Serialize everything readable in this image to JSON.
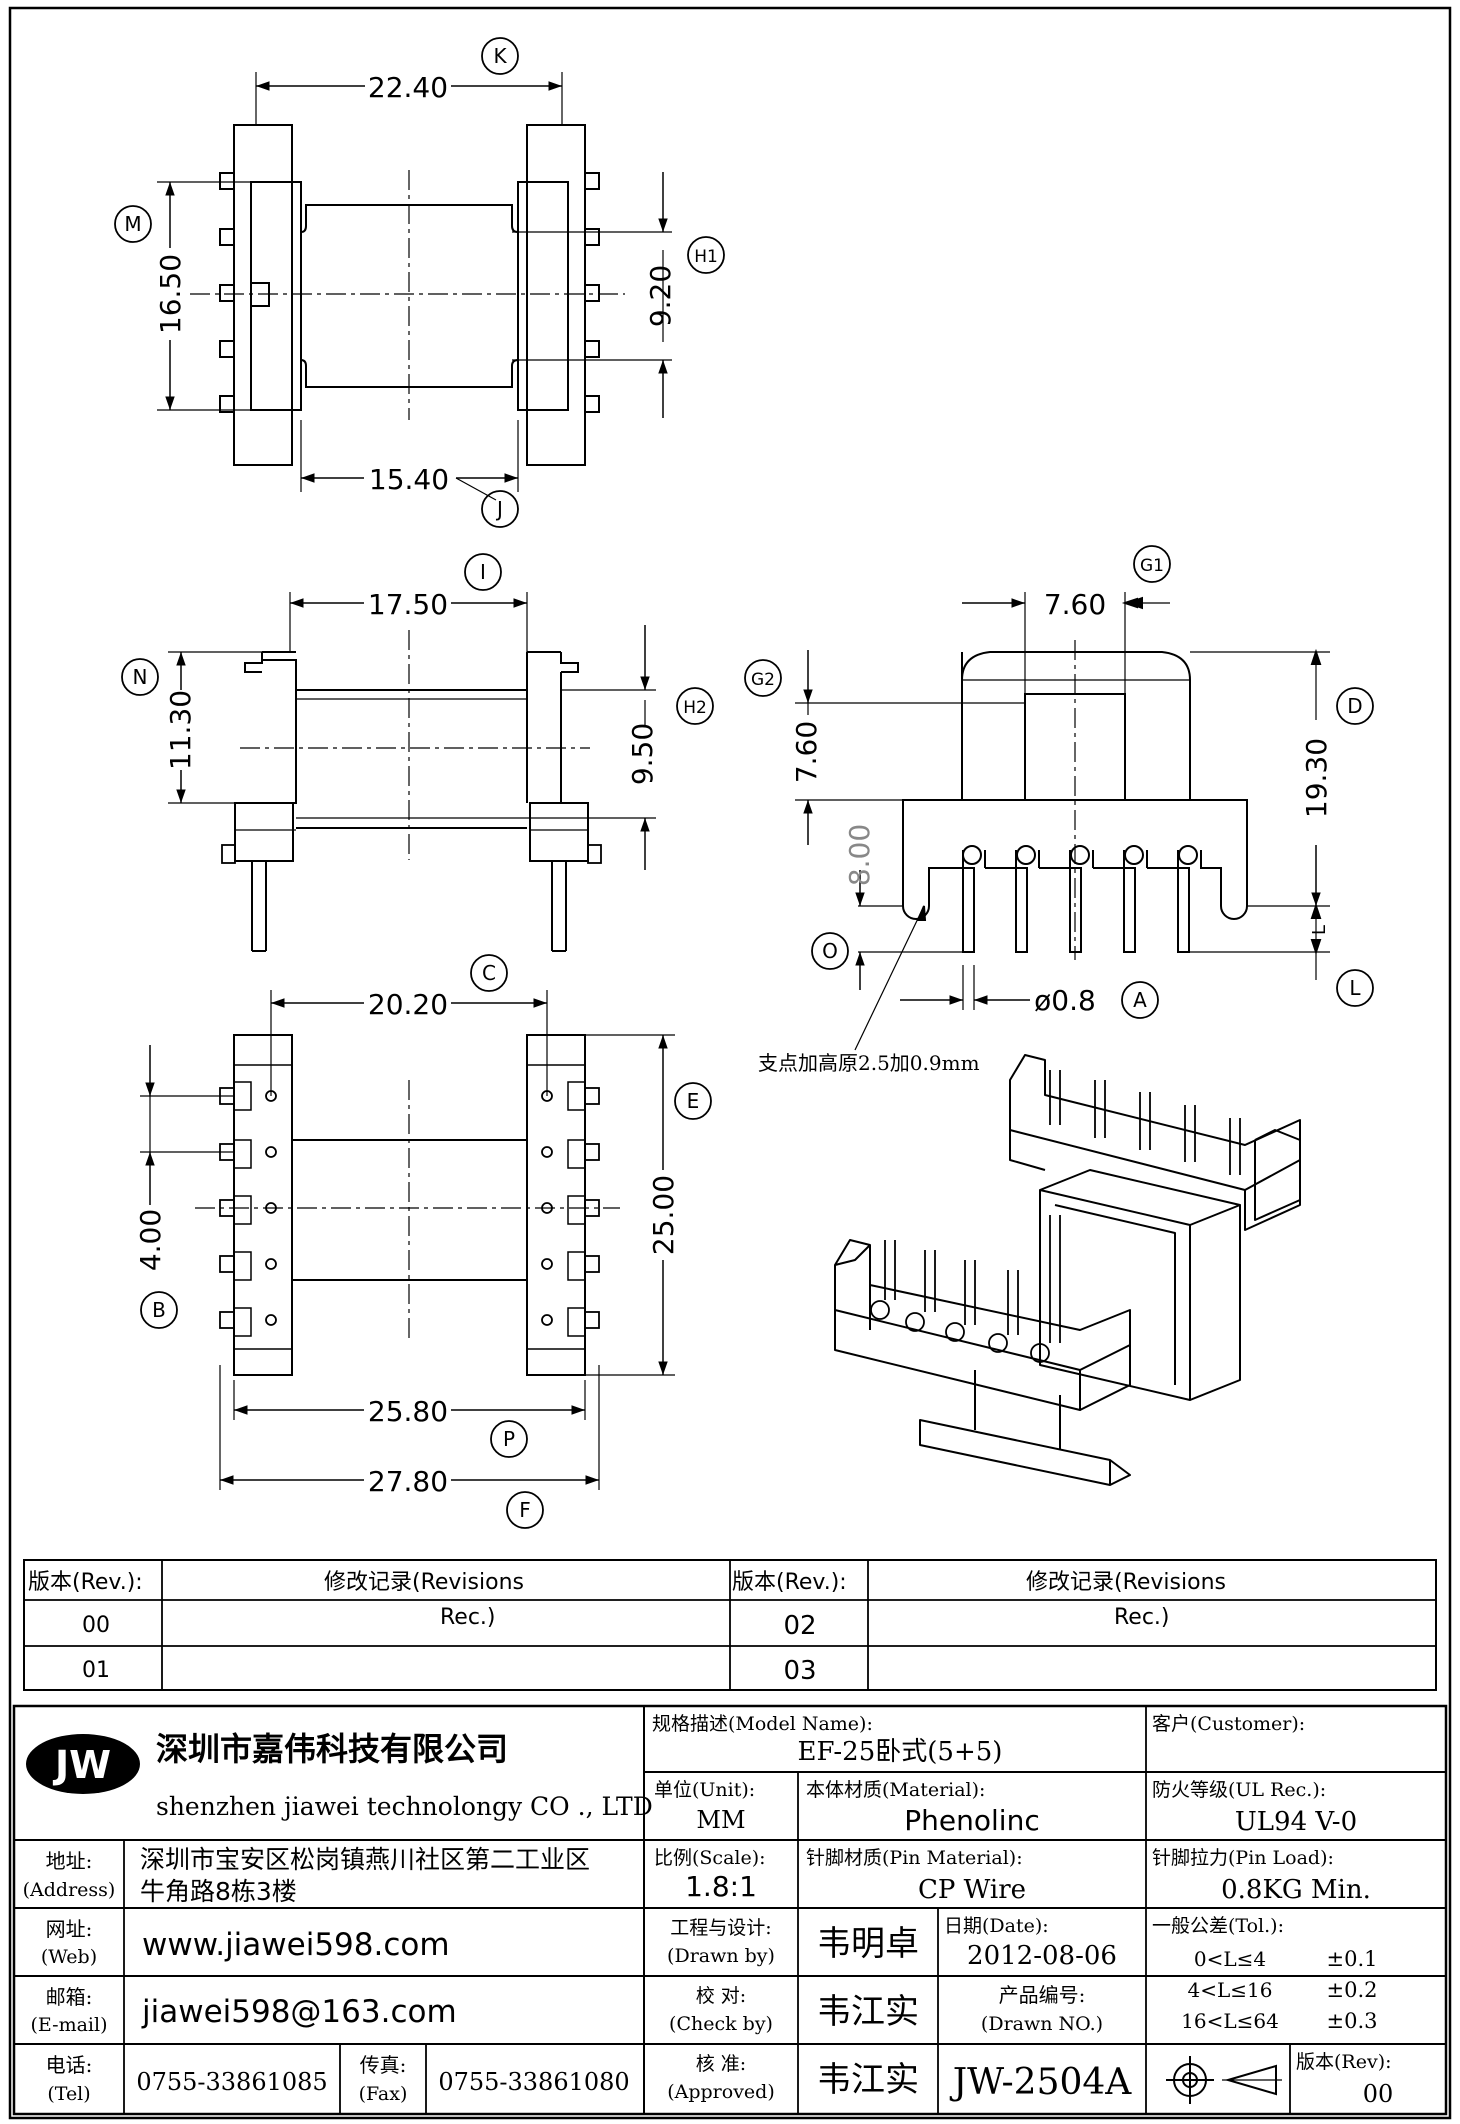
{
  "dimensions": {
    "k": "22.40",
    "m": "16.50",
    "h1": "9.20",
    "j": "15.40",
    "i": "17.50",
    "n": "11.30",
    "h2": "9.50",
    "g1": "7.60",
    "g2": "7.60",
    "o": "8.00",
    "d": "19.30",
    "pin_dia": "ø0.8",
    "c": "20.20",
    "b": "4.00",
    "e": "25.00",
    "p": "25.80",
    "f": "27.80"
  },
  "callouts": {
    "k": "K",
    "m": "M",
    "h1": "H1",
    "j": "J",
    "i": "I",
    "n": "N",
    "h2": "H2",
    "g1": "G1",
    "g2": "G2",
    "d": "D",
    "o": "O",
    "a": "A",
    "l": "L",
    "l_small": "L",
    "c": "C",
    "e": "E",
    "b": "B",
    "p": "P",
    "f": "F"
  },
  "annotation": "支点加高原2.5加0.9mm",
  "revisions": {
    "header_rev": "版本(Rev.):",
    "header_rec": "修改记录(Revisions",
    "rows": [
      {
        "rev_left": "00",
        "rec_left": "Rec.)",
        "rev_right": "02",
        "rec_right": "Rec.)"
      },
      {
        "rev_left": "01",
        "rec_left": "",
        "rev_right": "03",
        "rec_right": ""
      }
    ]
  },
  "title_block": {
    "logo": "JW",
    "company_cn": "深圳市嘉伟科技有限公司",
    "company_en": "shenzhen jiawei technolongy CO ., LTD",
    "address_label": "地址:",
    "address_label_en": "(Address)",
    "address_line1": "深圳市宝安区松岗镇燕川社区第二工业区",
    "address_line2": "牛角路8栋3楼",
    "web_label": "网址:",
    "web_label_en": "(Web)",
    "web": "www.jiawei598.com",
    "email_label": "邮箱:",
    "email_label_en": "(E-mail)",
    "email": "jiawei598@163.com",
    "tel_label": "电话:",
    "tel_label_en": "(Tel)",
    "tel": "0755-33861085",
    "fax_label": "传真:",
    "fax_label_en": "(Fax)",
    "fax": "0755-33861080",
    "model_label": "规格描述(Model Name):",
    "model": "EF-25卧式(5+5)",
    "customer_label": "客户(Customer):",
    "unit_label": "单位(Unit):",
    "unit": "MM",
    "material_label": "本体材质(Material):",
    "material": "Phenolinc",
    "ul_label": "防火等级(UL Rec.):",
    "ul": "UL94 V-0",
    "scale_label": "比例(Scale):",
    "scale": "1.8:1",
    "pin_material_label": "针脚材质(Pin Material):",
    "pin_material": "CP Wire",
    "pin_load_label": "针脚拉力(Pin Load):",
    "pin_load": "0.8KG Min.",
    "drawn_label": "工程与设计:",
    "drawn_label_en": "(Drawn by)",
    "drawn_by": "韦明卓",
    "date_label": "日期(Date):",
    "date": "2012-08-06",
    "tol_label": "一般公差(Tol.):",
    "tol_rows": [
      {
        "range": "0<L≤4",
        "value": "±0.1"
      },
      {
        "range": "4<L≤16",
        "value": "±0.2"
      },
      {
        "range": "16<L≤64",
        "value": "±0.3"
      }
    ],
    "check_label": "校  对:",
    "check_label_en": "(Check by)",
    "check_by": "韦江实",
    "product_no_label": "产品编号:",
    "product_no_label_en": "(Drawn NO.)",
    "approve_label": "核  准:",
    "approve_label_en": "(Approved)",
    "approved_by": "韦江实",
    "drawing_no": "JW-2504A",
    "rev_label": "版本(Rev):",
    "rev": "00"
  }
}
